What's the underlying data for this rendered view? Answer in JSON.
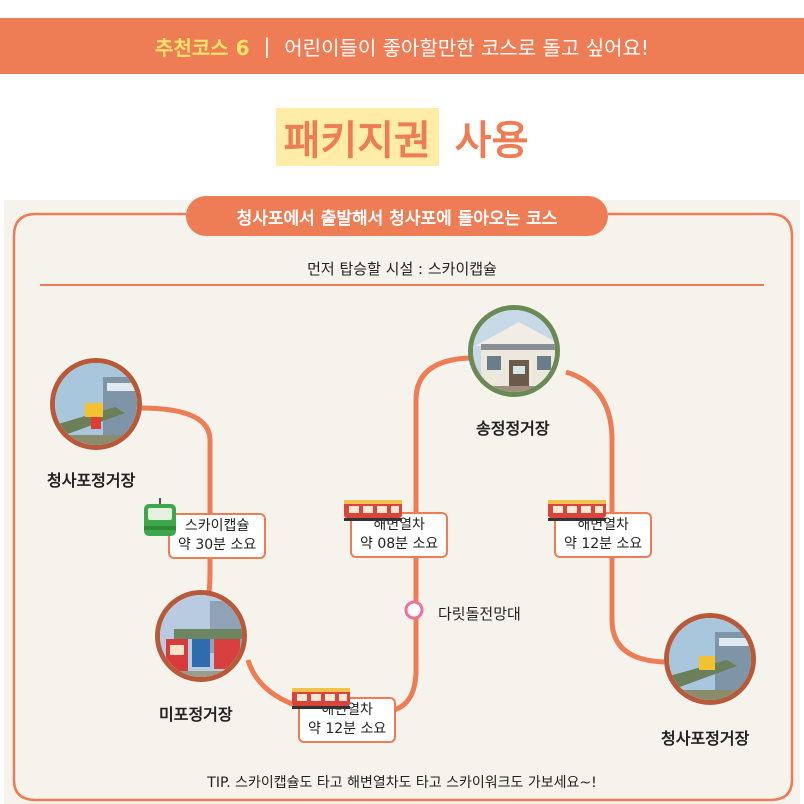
{
  "banner": {
    "course": "추천코스 6",
    "divider": "|",
    "text": "어린이들이 좋아할만한 코스로 돌고 싶어요!"
  },
  "headline": {
    "highlight": "패키지권",
    "rest": "사용"
  },
  "route": {
    "title": "청사포에서 출발해서 청사포에 돌아오는 코스",
    "dots": "• • •"
  },
  "first_ride": "먼저 탑승할 시설 : 스카이캡슐",
  "stations": {
    "start": "청사포정거장",
    "mipo": "미포정거장",
    "songjeong": "송정정거장",
    "end": "청사포정거장"
  },
  "legs": {
    "capsule": {
      "line1": "스카이캡슐",
      "line2": "약 30분 소요"
    },
    "train_mipo": {
      "line1": "해변열차",
      "line2": "약 12분 소요"
    },
    "train_up": {
      "line1": "해변열차",
      "line2": "약 08분 소요"
    },
    "train_down": {
      "line1": "해변열차",
      "line2": "약 12분 소요"
    }
  },
  "stop": "다릿돌전망대",
  "tip": "TIP. 스카이캡슐도 타고 해변열차도 타고 스카이워크도 가보세요~!",
  "colors": {
    "accent": "#ee7c55",
    "highlight": "#ffeca6",
    "banner_accent": "#ffe36a",
    "card": "#f6f3ec"
  }
}
